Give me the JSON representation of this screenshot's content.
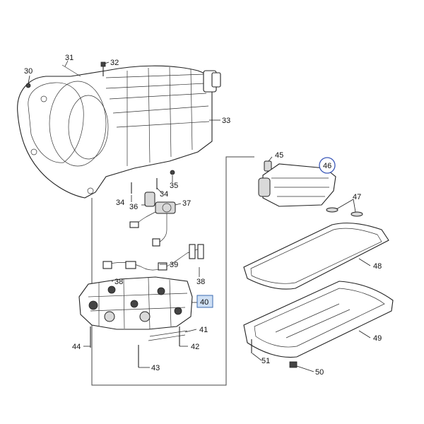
{
  "callouts": {
    "c30": "30",
    "c31": "31",
    "c32": "32",
    "c33": "33",
    "c34a": "34",
    "c34b": "34",
    "c35": "35",
    "c36": "36",
    "c37": "37",
    "c38a": "38",
    "c38b": "38",
    "c39": "39",
    "c40": "40",
    "c41": "41",
    "c42": "42",
    "c43": "43",
    "c44": "44",
    "c45": "45",
    "c46": "46",
    "c47": "47",
    "c48": "48",
    "c49": "49",
    "c50": "50",
    "c51": "51"
  },
  "highlight": {
    "boxed_callout": "40",
    "circled_callout": "46",
    "box_fill": "#cfe0f5",
    "box_stroke": "#3a6ab0",
    "circle_stroke": "#3a57b8"
  }
}
